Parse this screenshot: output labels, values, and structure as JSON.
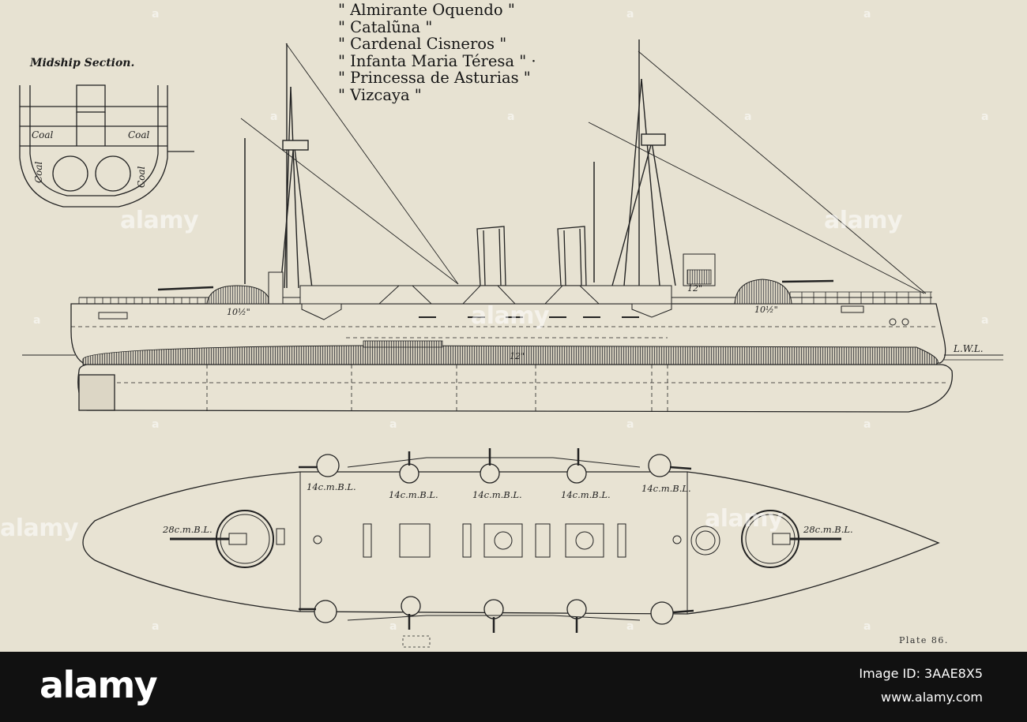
{
  "title_lines": [
    "\" Almirante Oquendo \"",
    "\" Catalũna \"",
    "\" Cardenal Cisneros \"",
    "\" Infanta Maria Téresa \" ·",
    "\" Princessa de Asturias \"",
    "\" Vizcaya \""
  ],
  "midship": {
    "title": "Midship Section.",
    "coal_labels": [
      "Coal",
      "Coal",
      "Coal",
      "Coal"
    ]
  },
  "elevation": {
    "armour_labels": [
      "10½\"",
      "10½\"",
      "12\"",
      "12\""
    ],
    "waterline_label": "L.W.L."
  },
  "plan": {
    "secondary_guns": [
      "14c.m.B.L.",
      "14c.m.B.L.",
      "14c.m.B.L.",
      "14c.m.B.L.",
      "14c.m.B.L."
    ],
    "main_guns": [
      "28c.m.B.L.",
      "28c.m.B.L."
    ]
  },
  "plate_number": "Plate 86.",
  "watermark": {
    "text": "alamy",
    "dot": "a",
    "color": "#ffffff"
  },
  "footer": {
    "logo": "alamy",
    "image_id_line": "Image ID: 3AAE8X5",
    "site_line": "www.alamy.com"
  },
  "colors": {
    "paper": "#e7e2d2",
    "ink": "#1a1a1a",
    "footer_bg": "#111111"
  }
}
